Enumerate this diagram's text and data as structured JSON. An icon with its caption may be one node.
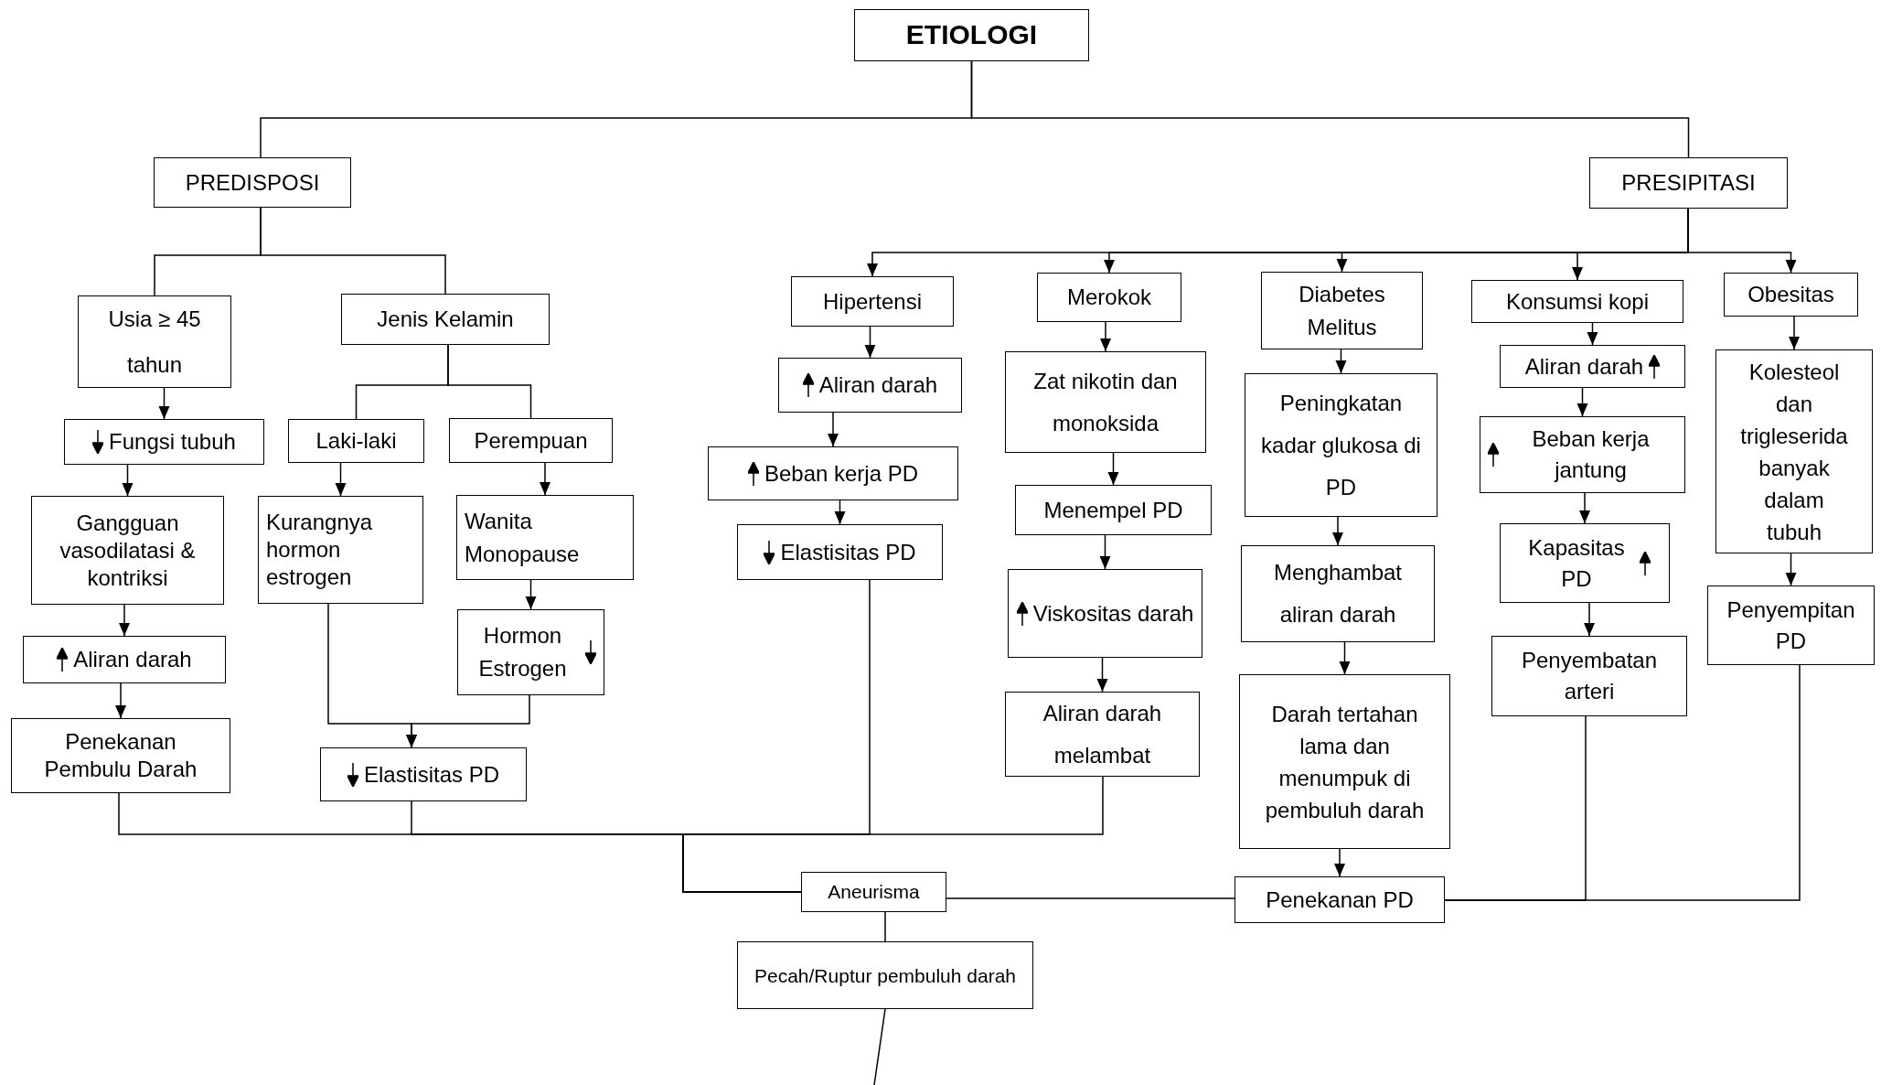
{
  "diagram": {
    "nodes": [
      {
        "text": [
          "ETIOLOGI"
        ]
      },
      {
        "text": [
          "PREDISPOSI"
        ]
      },
      {
        "text": [
          "PRESIPITASI"
        ]
      },
      {
        "text": [
          "Usia ≥ 45 tahun"
        ]
      },
      {
        "text": [
          "Jenis Kelamin"
        ]
      },
      {
        "text": [
          "Fungsi tubuh"
        ]
      },
      {
        "text": [
          "Gangguan vasodilatasi & kontriksi"
        ]
      },
      {
        "text": [
          "Aliran darah"
        ]
      },
      {
        "text": [
          "Penekanan Pembulu Darah"
        ]
      },
      {
        "text": [
          "Laki-laki"
        ]
      },
      {
        "text": [
          "Perempuan"
        ]
      },
      {
        "text": [
          "Kurangnya hormon estrogen"
        ]
      },
      {
        "text": [
          "Wanita Monopause"
        ]
      },
      {
        "text": [
          "Hormon Estrogen"
        ]
      },
      {
        "text": [
          "Elastisitas PD"
        ]
      },
      {
        "text": [
          "Hipertensi"
        ]
      },
      {
        "text": [
          "Aliran darah"
        ]
      },
      {
        "text": [
          "Beban kerja PD"
        ]
      },
      {
        "text": [
          "Elastisitas PD"
        ]
      },
      {
        "text": [
          "Merokok"
        ]
      },
      {
        "text": [
          "Zat nikotin dan monoksida"
        ]
      },
      {
        "text": [
          "Menempel PD"
        ]
      },
      {
        "text": [
          "Viskositas darah"
        ]
      },
      {
        "text": [
          "Aliran darah melambat"
        ]
      },
      {
        "text": [
          "Diabetes Melitus"
        ]
      },
      {
        "text": [
          "Peningkatan kadar glukosa di PD"
        ]
      },
      {
        "text": [
          "Menghambat aliran darah"
        ]
      },
      {
        "text": [
          "Darah tertahan lama dan menumpuk di pembuluh darah"
        ]
      },
      {
        "text": [
          "Penekanan PD"
        ]
      },
      {
        "text": [
          "Konsumsi kopi"
        ]
      },
      {
        "text": [
          "Aliran darah"
        ]
      },
      {
        "text": [
          "Beban kerja jantung"
        ]
      },
      {
        "text": [
          "Kapasitas PD"
        ]
      },
      {
        "text": [
          "Penyembatan arteri"
        ]
      },
      {
        "text": [
          "Obesitas"
        ]
      },
      {
        "text": [
          "Kolesteol dan trigleserida banyak dalam tubuh"
        ]
      },
      {
        "text": [
          "Penyempitan PD"
        ]
      },
      {
        "text": [
          "Aneurisma"
        ]
      },
      {
        "text": [
          "Pecah/Ruptur pembuluh darah"
        ]
      }
    ],
    "edges": [
      {
        "from": 0,
        "to": 1,
        "arrow": "none"
      },
      {
        "from": 0,
        "to": 2,
        "arrow": "none"
      },
      {
        "from": 1,
        "to": 3,
        "arrow": "none"
      },
      {
        "from": 1,
        "to": 4,
        "arrow": "none"
      },
      {
        "from": 4,
        "to": 9,
        "arrow": "none"
      },
      {
        "from": 4,
        "to": 10,
        "arrow": "none"
      },
      {
        "from": 3,
        "to": 5,
        "arrow": "to"
      },
      {
        "from": 5,
        "to": 6,
        "arrow": "to"
      },
      {
        "from": 6,
        "to": 7,
        "arrow": "to"
      },
      {
        "from": 7,
        "to": 8,
        "arrow": "to"
      },
      {
        "from": 9,
        "to": 11,
        "arrow": "to"
      },
      {
        "from": 10,
        "to": 12,
        "arrow": "to"
      },
      {
        "from": 12,
        "to": 13,
        "arrow": "to"
      },
      {
        "from": 11,
        "to": 14,
        "arrow": "to"
      },
      {
        "from": 13,
        "to": 14,
        "arrow": "to"
      },
      {
        "from": 2,
        "to": 15,
        "arrow": "to"
      },
      {
        "from": 2,
        "to": 19,
        "arrow": "to"
      },
      {
        "from": 2,
        "to": 24,
        "arrow": "to"
      },
      {
        "from": 2,
        "to": 29,
        "arrow": "to"
      },
      {
        "from": 2,
        "to": 34,
        "arrow": "to"
      },
      {
        "from": 15,
        "to": 16,
        "arrow": "to"
      },
      {
        "from": 16,
        "to": 17,
        "arrow": "to"
      },
      {
        "from": 17,
        "to": 18,
        "arrow": "to"
      },
      {
        "from": 19,
        "to": 20,
        "arrow": "to"
      },
      {
        "from": 20,
        "to": 21,
        "arrow": "to"
      },
      {
        "from": 21,
        "to": 22,
        "arrow": "to"
      },
      {
        "from": 22,
        "to": 23,
        "arrow": "to"
      },
      {
        "from": 24,
        "to": 25,
        "arrow": "to"
      },
      {
        "from": 25,
        "to": 26,
        "arrow": "to"
      },
      {
        "from": 26,
        "to": 27,
        "arrow": "to"
      },
      {
        "from": 27,
        "to": 28,
        "arrow": "to"
      },
      {
        "from": 29,
        "to": 30,
        "arrow": "to"
      },
      {
        "from": 30,
        "to": 31,
        "arrow": "to"
      },
      {
        "from": 31,
        "to": 32,
        "arrow": "to"
      },
      {
        "from": 32,
        "to": 33,
        "arrow": "to"
      },
      {
        "from": 34,
        "to": 35,
        "arrow": "to"
      },
      {
        "from": 35,
        "to": 36,
        "arrow": "to"
      },
      {
        "from": 8,
        "to": 37,
        "arrow": "none"
      },
      {
        "from": 14,
        "to": 37,
        "arrow": "none"
      },
      {
        "from": 18,
        "to": 37,
        "arrow": "none"
      },
      {
        "from": 23,
        "to": 37,
        "arrow": "none"
      },
      {
        "from": 28,
        "to": 37,
        "arrow": "none"
      },
      {
        "from": 33,
        "to": 28,
        "arrow": "none"
      },
      {
        "from": 36,
        "to": 28,
        "arrow": "none"
      },
      {
        "from": 37,
        "to": 38,
        "arrow": "none"
      },
      {
        "from": 38,
        "to": null,
        "arrow": "none"
      }
    ]
  }
}
